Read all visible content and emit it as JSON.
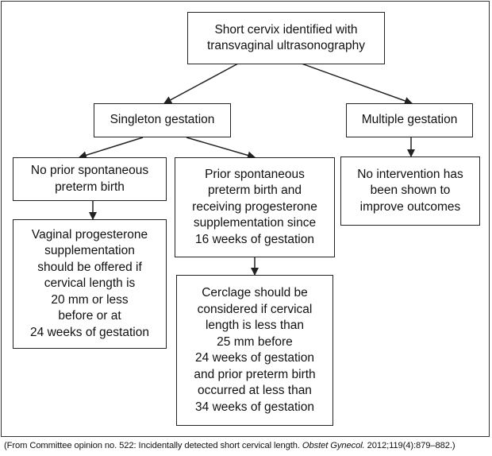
{
  "nodes": {
    "short_cervix": "Short cervix identified with\ntransvaginal ultrasonography",
    "singleton": "Singleton gestation",
    "multiple": "Multiple gestation",
    "no_prior": "No prior spontaneous\npreterm birth",
    "prior": "Prior spontaneous\npreterm birth and\nreceiving progesterone\nsupplementation since\n16 weeks of gestation",
    "no_intervention": "No intervention has\nbeen shown to\nimprove outcomes",
    "vaginal_progesterone": "Vaginal progesterone\nsupplementation\nshould be offered if\ncervical length is\n20 mm or less\nbefore or at\n24 weeks of gestation",
    "cerclage": "Cerclage should be\nconsidered if cervical\nlength is less than\n25 mm before\n24 weeks of gestation\nand prior preterm birth\noccurred at less than\n34 weeks of gestation"
  },
  "caption": {
    "prefix": "(From Committee opinion no. 522: Incidentally detected short cervical length. ",
    "journal": "Obstet Gynecol.",
    "suffix": " 2012;119(4):879–882.)"
  }
}
